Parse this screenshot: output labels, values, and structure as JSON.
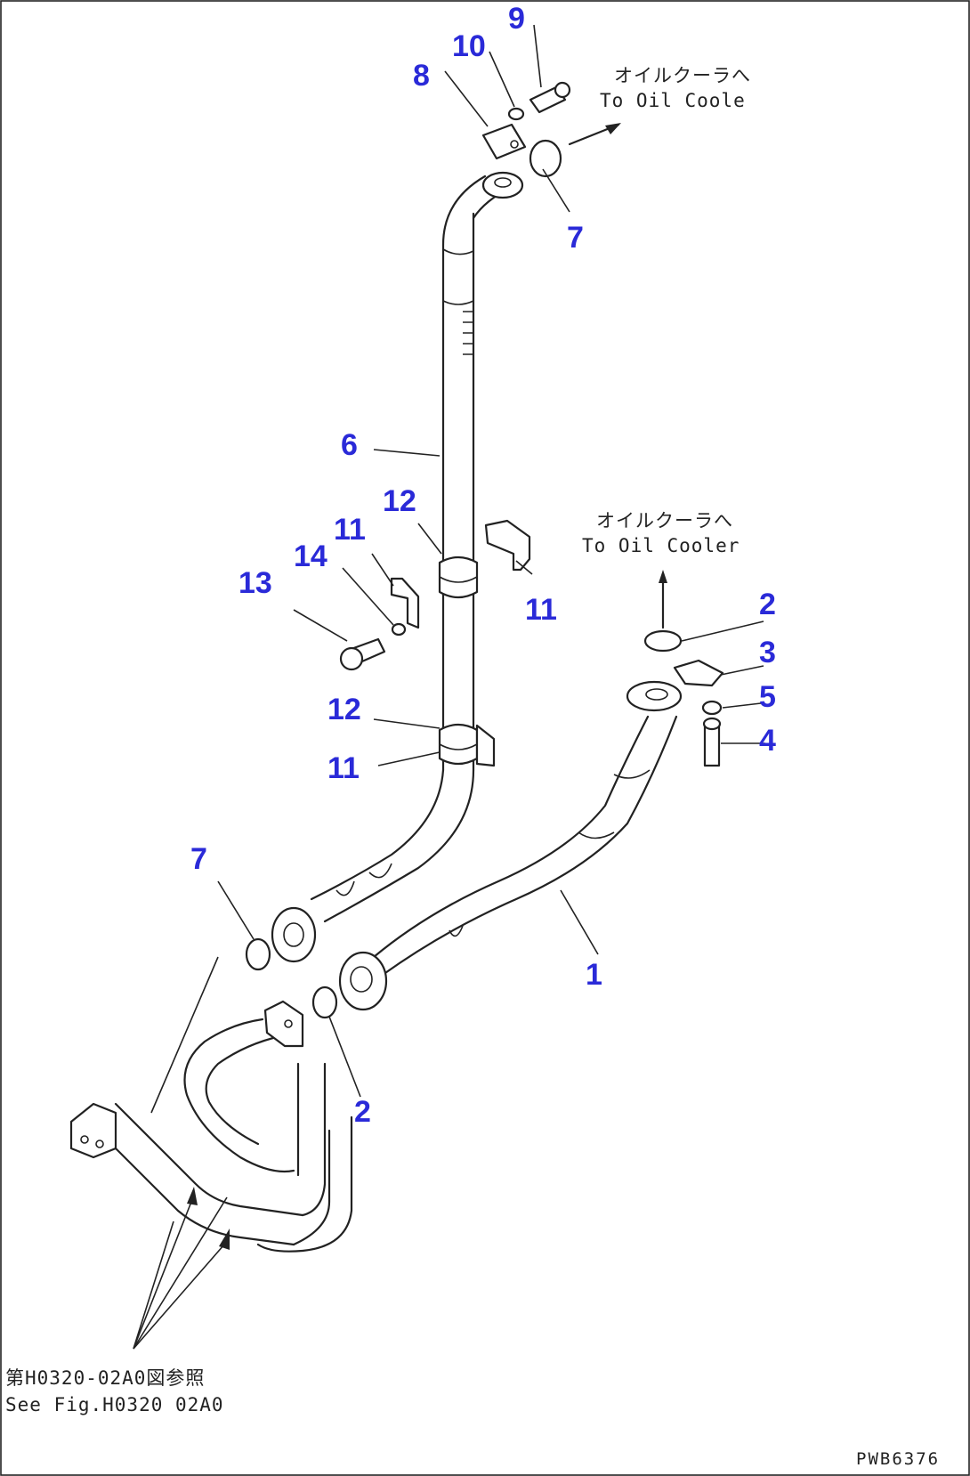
{
  "callouts": [
    {
      "id": "c1",
      "text": "1"
    },
    {
      "id": "c2a",
      "text": "2"
    },
    {
      "id": "c2b",
      "text": "2"
    },
    {
      "id": "c3",
      "text": "3"
    },
    {
      "id": "c4",
      "text": "4"
    },
    {
      "id": "c5",
      "text": "5"
    },
    {
      "id": "c6",
      "text": "6"
    },
    {
      "id": "c7a",
      "text": "7"
    },
    {
      "id": "c7b",
      "text": "7"
    },
    {
      "id": "c8",
      "text": "8"
    },
    {
      "id": "c9",
      "text": "9"
    },
    {
      "id": "c10",
      "text": "10"
    },
    {
      "id": "c11a",
      "text": "11"
    },
    {
      "id": "c11b",
      "text": "11"
    },
    {
      "id": "c11c",
      "text": "11"
    },
    {
      "id": "c12a",
      "text": "12"
    },
    {
      "id": "c12b",
      "text": "12"
    },
    {
      "id": "c13",
      "text": "13"
    },
    {
      "id": "c14",
      "text": "14"
    }
  ],
  "notes": {
    "to_oil_cooler_top_jp": "オイルクーラへ",
    "to_oil_cooler_top_en": "To Oil Coole",
    "to_oil_cooler_mid_jp": "オイルクーラへ",
    "to_oil_cooler_mid_en": "To Oil Cooler",
    "see_fig_jp": "第H0320-02A0図参照",
    "see_fig_en": "See Fig.H0320 02A0"
  },
  "drawing_code": "PWB6376"
}
